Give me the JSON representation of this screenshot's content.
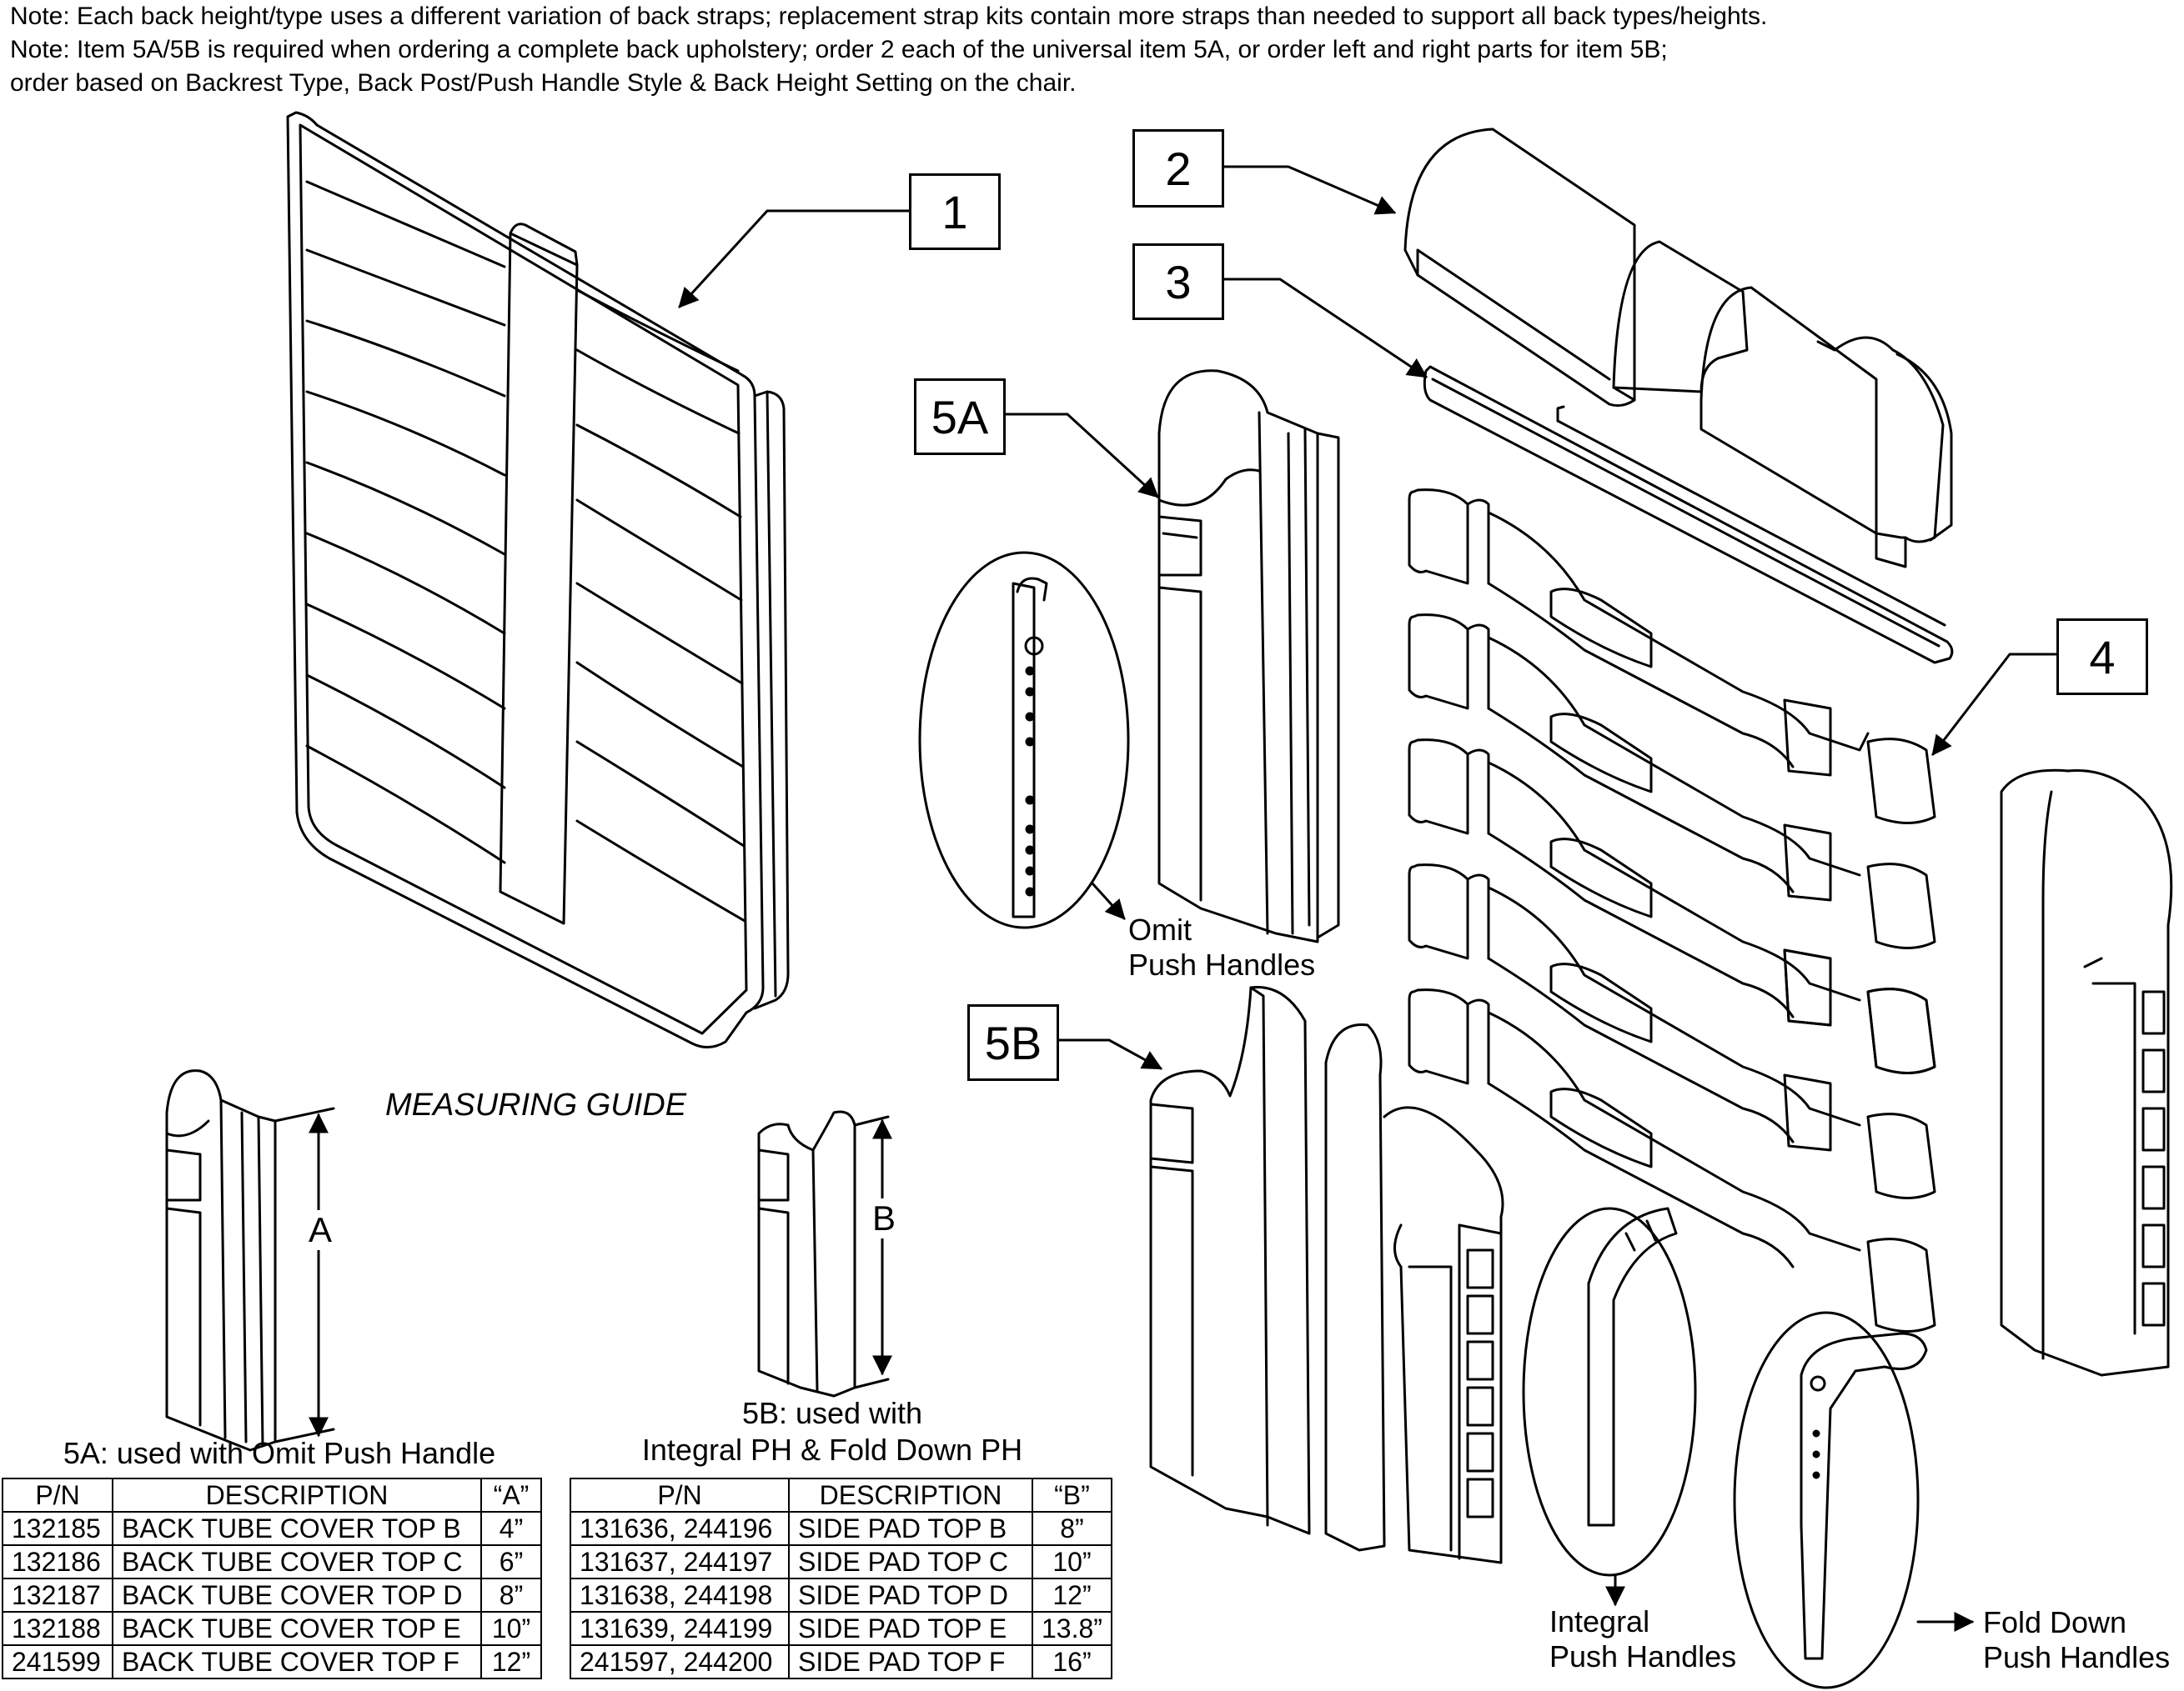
{
  "notes": [
    "Note: Each back height/type uses a different variation of back straps; replacement strap kits contain more straps than needed to support all back types/heights.",
    "Note: Item 5A/5B is required when ordering a complete back upholstery; order 2 each of the universal item 5A, or order left and right parts for item 5B;",
    "order based on Backrest Type, Back Post/Push Handle Style & Back Height Setting on the chair."
  ],
  "callouts": {
    "c1": "1",
    "c2": "2",
    "c3": "3",
    "c4": "4",
    "c5a": "5A",
    "c5b": "5B"
  },
  "labels": {
    "omit_line1": "Omit",
    "omit_line2": "Push Handles",
    "integral_line1": "Integral",
    "integral_line2": "Push Handles",
    "fold_line1": "Fold Down",
    "fold_line2": "Push Handles",
    "measuring_guide": "MEASURING GUIDE",
    "dim_a": "A",
    "dim_b": "B"
  },
  "table_5a": {
    "caption": "5A: used with Omit Push Handle",
    "headers": [
      "P/N",
      "DESCRIPTION",
      "“A”"
    ],
    "rows": [
      [
        "132185",
        "BACK TUBE COVER TOP B",
        "4”"
      ],
      [
        "132186",
        "BACK TUBE COVER TOP C",
        "6”"
      ],
      [
        "132187",
        "BACK TUBE COVER TOP D",
        "8”"
      ],
      [
        "132188",
        "BACK TUBE COVER TOP E",
        "10”"
      ],
      [
        "241599",
        "BACK TUBE COVER TOP F",
        "12”"
      ]
    ]
  },
  "table_5b": {
    "caption_line1": "5B: used with",
    "caption_line2": "Integral PH & Fold Down PH",
    "headers": [
      "P/N",
      "DESCRIPTION",
      "“B”"
    ],
    "rows": [
      [
        "131636, 244196",
        "SIDE PAD TOP B",
        "8”"
      ],
      [
        "131637, 244197",
        "SIDE PAD TOP C",
        "10”"
      ],
      [
        "131638, 244198",
        "SIDE PAD TOP D",
        "12”"
      ],
      [
        "131639, 244199",
        "SIDE PAD TOP E",
        "13.8”"
      ],
      [
        "241597, 244200",
        "SIDE PAD TOP F",
        "16”"
      ]
    ]
  }
}
